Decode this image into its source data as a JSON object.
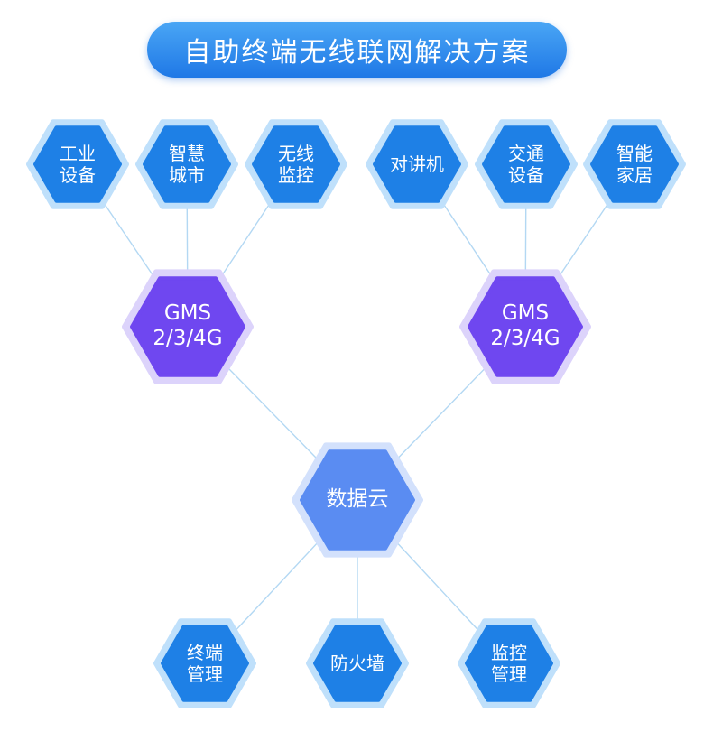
{
  "title": "自助终端无线联网解决方案",
  "colors": {
    "title_bg": "#2b88ec",
    "blue_hex": "#1e80e6",
    "blue_ring": "#bfe0fb",
    "purple_hex": "#6f47f0",
    "purple_ring": "#dcd3fb",
    "cloud_hex": "#5a8cf2",
    "cloud_ring": "#d3e1fc",
    "line": "#b3d8f3"
  },
  "top_left_nodes": [
    {
      "line1": "工业",
      "line2": "设备"
    },
    {
      "line1": "智慧",
      "line2": "城市"
    },
    {
      "line1": "无线",
      "line2": "监控"
    }
  ],
  "top_right_nodes": [
    {
      "line1": "对讲机",
      "line2": ""
    },
    {
      "line1": "交通",
      "line2": "设备"
    },
    {
      "line1": "智能",
      "line2": "家居"
    }
  ],
  "gms_left": {
    "line1": "GMS",
    "line2": "2/3/4G"
  },
  "gms_right": {
    "line1": "GMS",
    "line2": "2/3/4G"
  },
  "cloud": {
    "label": "数据云"
  },
  "bottom_nodes": [
    {
      "line1": "终端",
      "line2": "管理"
    },
    {
      "line1": "防火墙",
      "line2": ""
    },
    {
      "line1": "监控",
      "line2": "管理"
    }
  ]
}
